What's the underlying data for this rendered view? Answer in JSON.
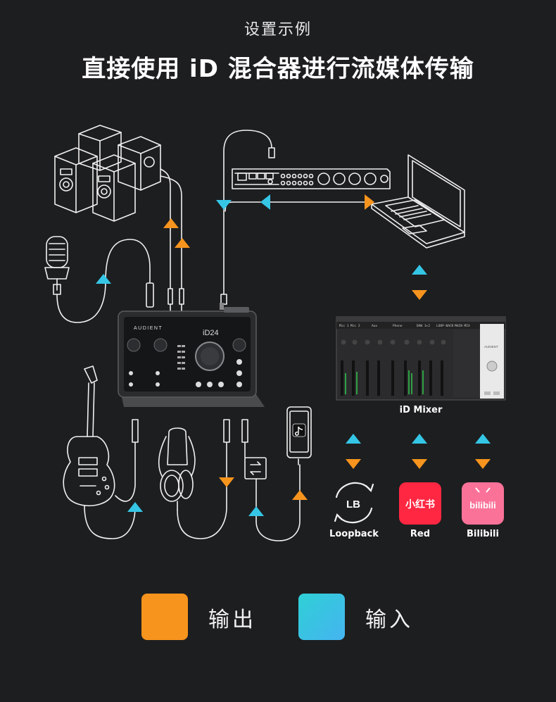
{
  "header": {
    "subtitle": "设置示例",
    "title": "直接使用 iD 混合器进行流媒体传输"
  },
  "device": {
    "brand": "AUDIENT",
    "model": "iD24"
  },
  "mixer": {
    "label": "iD Mixer",
    "channel_labels": [
      "Mic 1",
      "Mic 2",
      "Aux",
      "Phone",
      "DAW 1+2",
      "LOOP-BACK",
      "MAIN MIX"
    ],
    "brand": "AUDIENT"
  },
  "apps": [
    {
      "label": "Loopback",
      "badge": "LB"
    },
    {
      "label": "Red",
      "badge": "小红书",
      "color": "#ff2741"
    },
    {
      "label": "Bilibili",
      "badge": "bilibili",
      "color": "#fb7299"
    }
  ],
  "legend": {
    "output_label": "输出",
    "input_label": "输入",
    "output_color": "#f7941d",
    "input_color": "#35c6e6"
  }
}
